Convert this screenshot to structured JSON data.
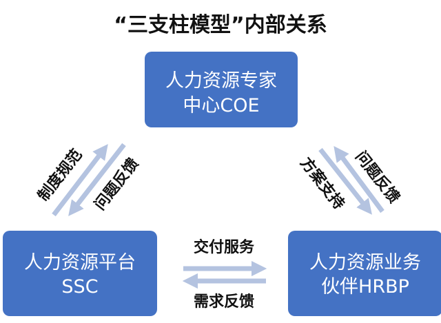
{
  "title": "“三支柱模型”内部关系",
  "colors": {
    "box": "#4472c4",
    "arrow": "#b4c3e0"
  },
  "nodes": {
    "coe": {
      "line1": "人力资源专家",
      "line2": "中心COE"
    },
    "ssc": {
      "line1": "人力资源平台",
      "line2": "SSC"
    },
    "hrbp": {
      "line1": "人力资源业务",
      "line2": "伙伴HRBP"
    }
  },
  "edges": {
    "coe_to_ssc": "制度规范",
    "ssc_to_coe": "问题反馈",
    "coe_to_hrbp": "方案支持",
    "hrbp_to_coe": "问题反馈",
    "ssc_to_hrbp": "交付服务",
    "hrbp_to_ssc": "需求反馈"
  }
}
